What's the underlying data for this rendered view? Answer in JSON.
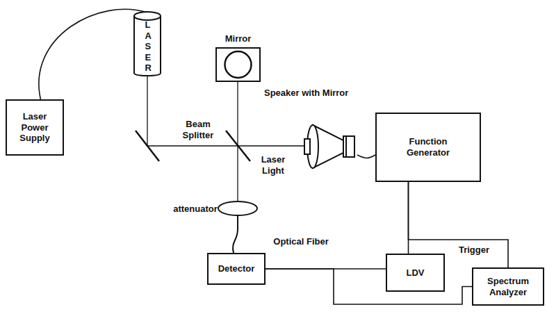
{
  "diagram": {
    "nodes": [
      {
        "text": [
          "Laser Power Supply"
        ]
      },
      {
        "text": [
          "LASER"
        ]
      },
      {
        "text": [
          "Mirror"
        ]
      },
      {
        "text": [
          "Speaker with Mirror"
        ]
      },
      {
        "text": [
          "Function Generator"
        ]
      },
      {
        "text": [
          "Detector"
        ]
      },
      {
        "text": [
          "LDV"
        ]
      },
      {
        "text": [
          "Spectrum Analyzer"
        ]
      }
    ],
    "edges": [
      {
        "from": 0,
        "to": 1,
        "arrow": "none"
      },
      {
        "from": 3,
        "to": 4,
        "arrow": "none"
      },
      {
        "from": 4,
        "to": 6,
        "arrow": "none"
      },
      {
        "from": 4,
        "to": 7,
        "arrow": "none"
      },
      {
        "from": 5,
        "to": 6,
        "arrow": "none"
      },
      {
        "from": 5,
        "to": 7,
        "arrow": "none"
      }
    ],
    "labels": [
      "Beam Splitter",
      "Laser Light",
      "attenuator",
      "Optical Fiber",
      "Trigger"
    ]
  }
}
